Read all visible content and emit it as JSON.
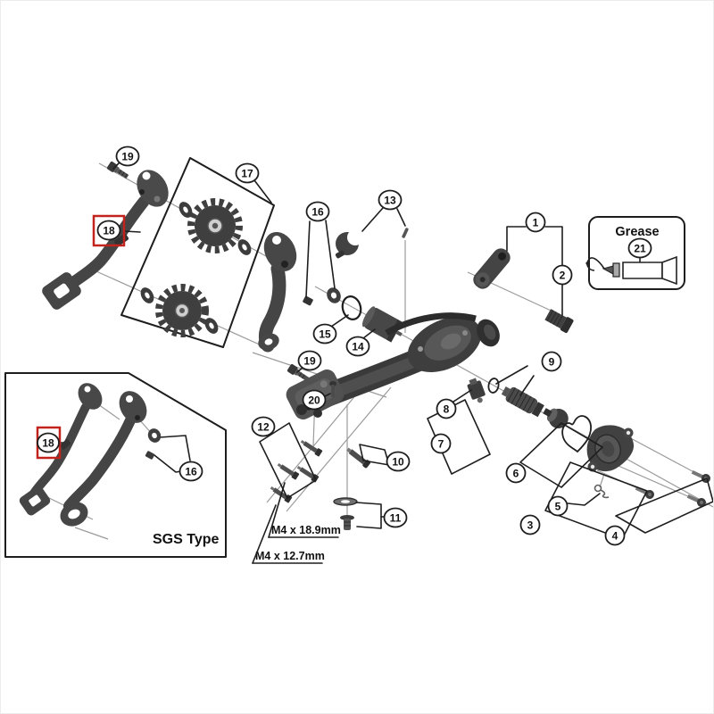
{
  "callouts": [
    {
      "num": "1"
    },
    {
      "num": "2"
    },
    {
      "num": "3"
    },
    {
      "num": "4"
    },
    {
      "num": "5"
    },
    {
      "num": "6"
    },
    {
      "num": "7"
    },
    {
      "num": "8"
    },
    {
      "num": "9"
    },
    {
      "num": "10"
    },
    {
      "num": "11"
    },
    {
      "num": "12"
    },
    {
      "num": "13"
    },
    {
      "num": "14"
    },
    {
      "num": "15"
    },
    {
      "num": "16"
    },
    {
      "num": "17"
    },
    {
      "num": "18"
    },
    {
      "num": "19"
    },
    {
      "num": "20"
    },
    {
      "num": "21"
    },
    {
      "num": "16"
    },
    {
      "num": "18"
    },
    {
      "num": "19"
    }
  ],
  "labels": {
    "grease": "Grease",
    "sgs_type": "SGS Type",
    "bolt_size_long": "M4 x 18.9mm",
    "bolt_size_short": "M4 x 12.7mm"
  },
  "colors": {
    "highlight_red": "#c2231c",
    "outline_black": "#1e1e1e",
    "axis_gray": "#9b9b9b",
    "background": "#ffffff"
  }
}
